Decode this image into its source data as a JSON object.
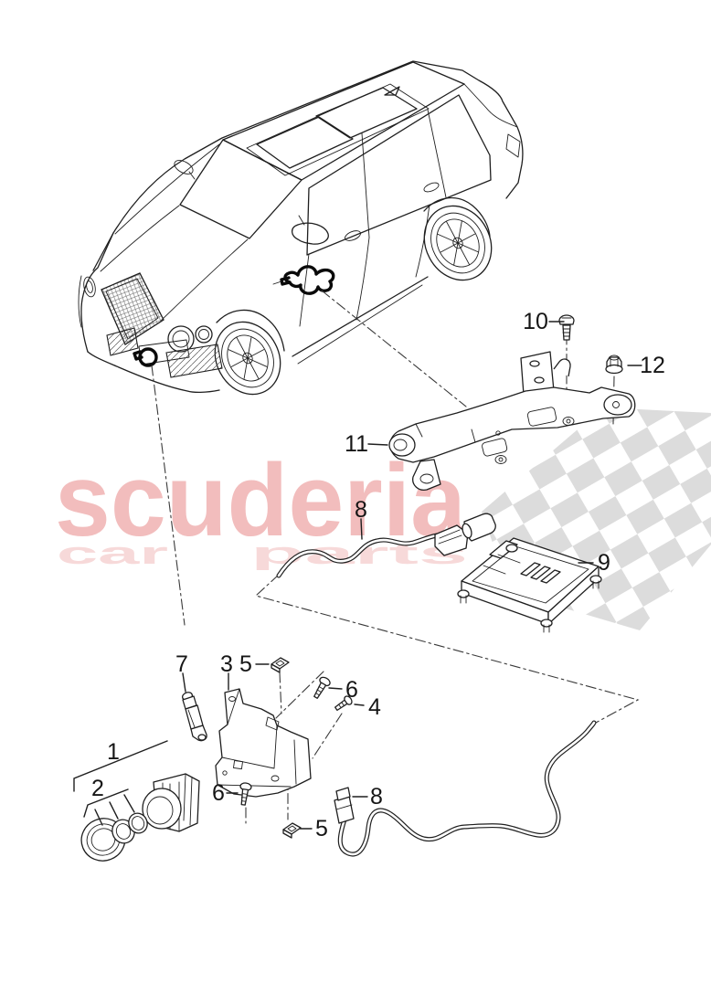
{
  "watermark": {
    "brand": "scuderia",
    "tagline_word1": "car",
    "tagline_word2": "parts",
    "brand_color": "#f2bdbd",
    "tagline_color": "#f7d9d9",
    "flag_color": "#dcdcdc"
  },
  "callouts": [
    {
      "label": "1"
    },
    {
      "label": "2"
    },
    {
      "label": "3"
    },
    {
      "label": "4"
    },
    {
      "label": "5"
    },
    {
      "label": "5"
    },
    {
      "label": "6"
    },
    {
      "label": "6"
    },
    {
      "label": "7"
    },
    {
      "label": "8"
    },
    {
      "label": "8"
    },
    {
      "label": "9"
    },
    {
      "label": "10"
    },
    {
      "label": "11"
    },
    {
      "label": "12"
    }
  ]
}
